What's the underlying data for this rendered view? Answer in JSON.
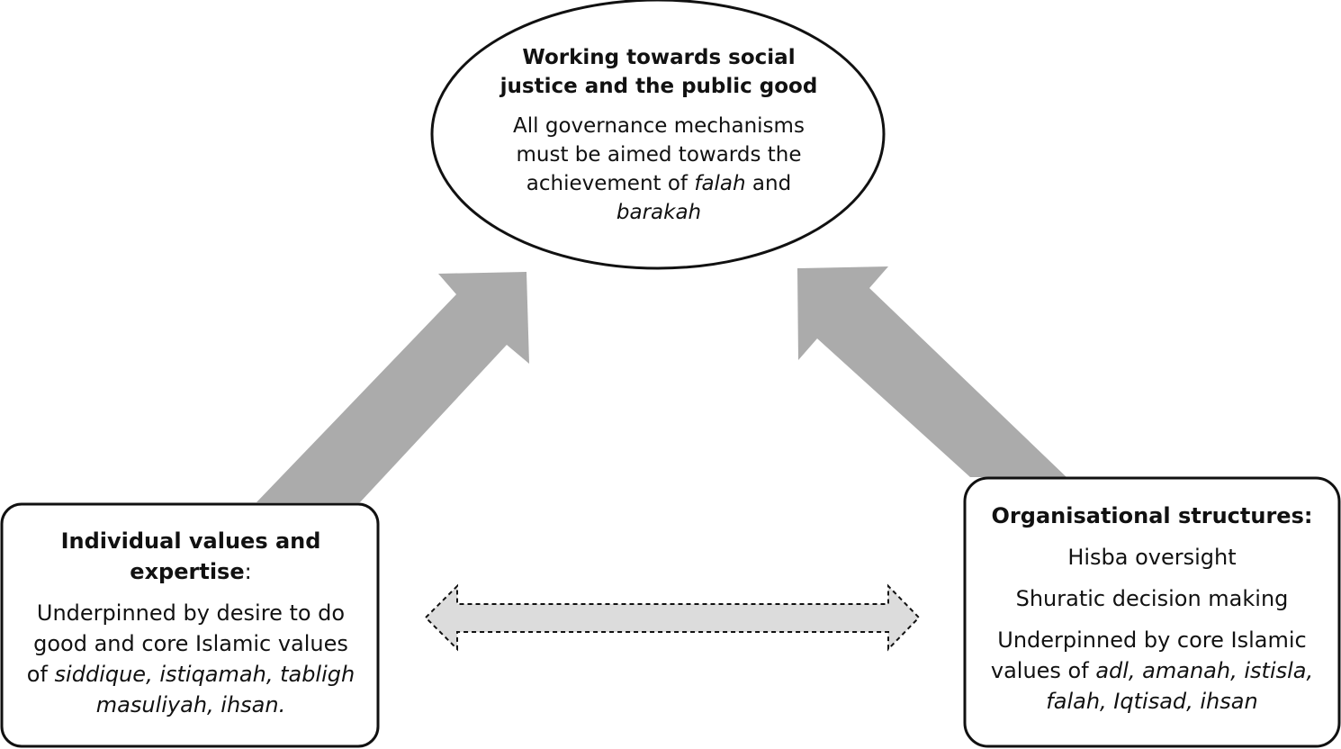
{
  "top_node": {
    "title_line1": "Working towards social",
    "title_line2": "justice and the public good",
    "body_line1": "All governance mechanisms",
    "body_line2": "must be aimed towards the",
    "body_line3_pre": "achievement of ",
    "body_line3_italic": "falah",
    "body_line3_post": " and",
    "body_line4_italic": "barakah"
  },
  "left_node": {
    "title_line1": "Individual values and",
    "title_line2": "expertise",
    "title_suffix": ":",
    "body_line1": "Underpinned by desire to do",
    "body_line2": "good and core Islamic values",
    "body_line3_pre": "of ",
    "body_line3_italic": "siddique, istiqamah, tabligh",
    "body_line4_italic": "masuliyah, ihsan."
  },
  "right_node": {
    "title": "Organisational structures:",
    "item1": "Hisba oversight",
    "item2": "Shuratic decision making",
    "body_line1": "Underpinned by core Islamic",
    "body_line2_pre": "values of ",
    "body_line2_italic": "adl, amanah, istisla,",
    "body_line3_italic": "falah, Iqtisad, ihsan"
  },
  "colors": {
    "arrow_fill": "#ababab",
    "double_arrow_fill": "#dcdcdc",
    "stroke": "#111111"
  }
}
